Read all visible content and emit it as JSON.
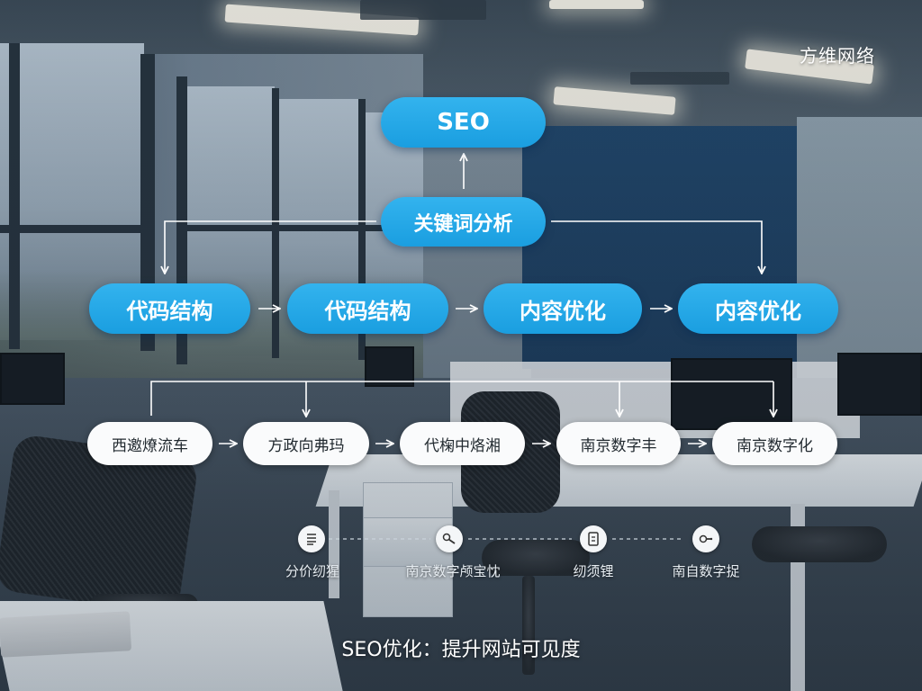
{
  "brand": "方维网络",
  "top_node": "SEO",
  "hub_node": "关键词分析",
  "row1": [
    "代码结构",
    "代码结构",
    "内容优化",
    "内容优化"
  ],
  "row2": [
    "西邀燎流车",
    "方政向弗玛",
    "代椈中烙湘",
    "南京数字丰",
    "南京数字化"
  ],
  "icons": [
    {
      "icon": "list-icon",
      "label": "分价纫猩"
    },
    {
      "icon": "magnifier-icon",
      "label": "南京数字颅宝忱"
    },
    {
      "icon": "document-icon",
      "label": "纫须锂"
    },
    {
      "icon": "link-icon",
      "label": "南自数字捉"
    }
  ],
  "caption": "SEO优化：提升网站可见度",
  "colors": {
    "accent_blue": "#1a9ee0",
    "white_pill": "#fafbfc",
    "connector": "#ffffff"
  }
}
